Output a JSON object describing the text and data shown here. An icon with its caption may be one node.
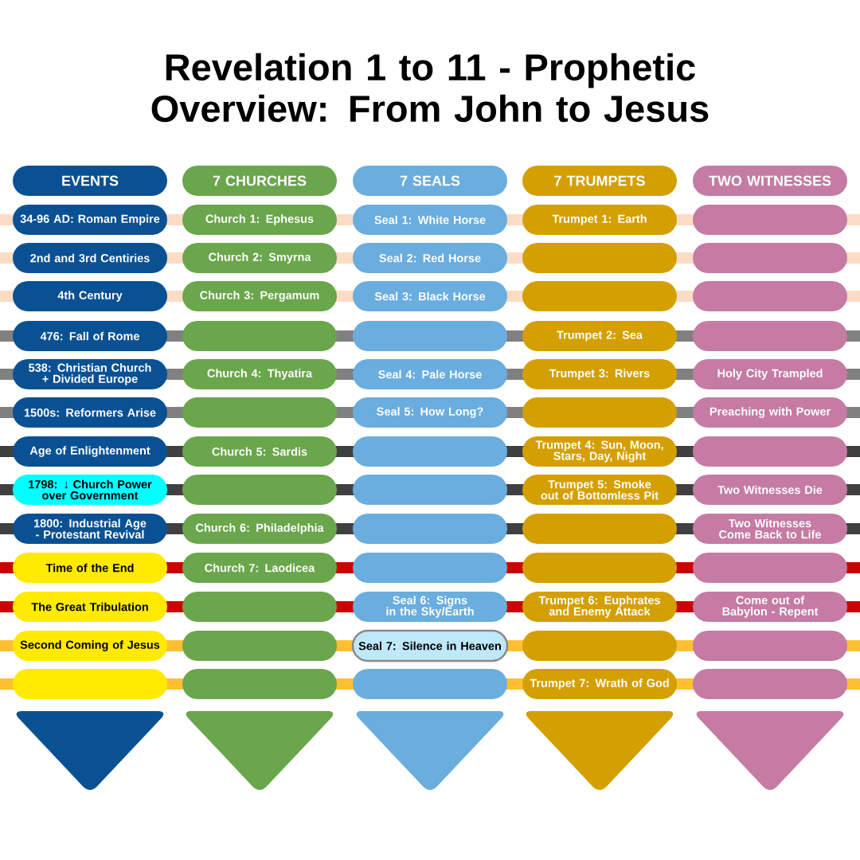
{
  "diagram": {
    "title": "Revelation 1 to 11 - Prophetic Overview: From John to Jesus",
    "nodes": [
      {
        "text": [
          "EVENTS"
        ]
      },
      {
        "text": [
          "7 CHURCHES"
        ]
      },
      {
        "text": [
          "7 SEALS"
        ]
      },
      {
        "text": [
          "7 TRUMPETS"
        ]
      },
      {
        "text": [
          "TWO WITNESSES"
        ]
      },
      {
        "text": [
          "34-96 AD: Roman Empire"
        ]
      },
      {
        "text": [
          "Church 1: Ephesus"
        ]
      },
      {
        "text": [
          "Seal 1: White Horse"
        ]
      },
      {
        "text": [
          "Trumpet 1: Earth"
        ]
      },
      {
        "text": [],
        "shape": "box"
      },
      {
        "text": [
          "2nd and 3rd Centiries"
        ]
      },
      {
        "text": [
          "Church 2: Smyrna"
        ]
      },
      {
        "text": [
          "Seal 2: Red Horse"
        ]
      },
      {
        "text": [],
        "shape": "box"
      },
      {
        "text": [],
        "shape": "box"
      },
      {
        "text": [
          "4th Century"
        ]
      },
      {
        "text": [
          "Church 3: Pergamum"
        ]
      },
      {
        "text": [
          "Seal 3: Black Horse"
        ]
      },
      {
        "text": [],
        "shape": "box"
      },
      {
        "text": [],
        "shape": "box"
      },
      {
        "text": [
          "476: Fall of Rome"
        ]
      },
      {
        "text": [],
        "shape": "box"
      },
      {
        "text": [],
        "shape": "box"
      },
      {
        "text": [
          "Trumpet 2: Sea"
        ]
      },
      {
        "text": [],
        "shape": "box"
      },
      {
        "text": [
          "538: Christian Church + Divided Europe"
        ]
      },
      {
        "text": [
          "Church 4: Thyatira"
        ]
      },
      {
        "text": [
          "Seal 4: Pale Horse"
        ]
      },
      {
        "text": [
          "Trumpet 3: Rivers"
        ]
      },
      {
        "text": [
          "Holy City Trampled"
        ]
      },
      {
        "text": [
          "1500s: Reformers Arise"
        ]
      },
      {
        "text": [],
        "shape": "box"
      },
      {
        "text": [
          "Seal 5: How Long?"
        ]
      },
      {
        "text": [],
        "shape": "box"
      },
      {
        "text": [
          "Preaching with Power"
        ]
      },
      {
        "text": [
          "Age of Enlightenment"
        ]
      },
      {
        "text": [
          "Church 5: Sardis"
        ]
      },
      {
        "text": [],
        "shape": "box"
      },
      {
        "text": [
          "Trumpet 4: Sun, Moon, Stars, Day, Night"
        ]
      },
      {
        "text": [],
        "shape": "box"
      },
      {
        "text": [
          "1798: ↓ Church Power over Government"
        ]
      },
      {
        "text": [],
        "shape": "box"
      },
      {
        "text": [],
        "shape": "box"
      },
      {
        "text": [
          "Trumpet 5: Smoke out of Bottomless Pit"
        ]
      },
      {
        "text": [
          "Two Witnesses Die"
        ]
      },
      {
        "text": [
          "1800: Industrial Age - Protestant Revival"
        ]
      },
      {
        "text": [
          "Church 6: Philadelphia"
        ]
      },
      {
        "text": [],
        "shape": "box"
      },
      {
        "text": [],
        "shape": "box"
      },
      {
        "text": [
          "Two Witnesses Come Back to Life"
        ]
      },
      {
        "text": [
          "Time of the End"
        ]
      },
      {
        "text": [
          "Church 7: Laodicea"
        ]
      },
      {
        "text": [],
        "shape": "box"
      },
      {
        "text": [],
        "shape": "box"
      },
      {
        "text": [],
        "shape": "box"
      },
      {
        "text": [
          "The Great Tribulation"
        ]
      },
      {
        "text": [],
        "shape": "box"
      },
      {
        "text": [
          "Seal 6: Signs in the Sky/Earth"
        ]
      },
      {
        "text": [
          "Trumpet 6: Euphrates and Enemy Attack"
        ]
      },
      {
        "text": [
          "Come out of Babylon - Repent"
        ]
      },
      {
        "text": [
          "Second Coming of Jesus"
        ]
      },
      {
        "text": [],
        "shape": "box"
      },
      {
        "text": [
          "Seal 7: Silence in Heaven"
        ]
      },
      {
        "text": [],
        "shape": "box"
      },
      {
        "text": [],
        "shape": "box"
      },
      {
        "text": [],
        "shape": "box"
      },
      {
        "text": [],
        "shape": "box"
      },
      {
        "text": [],
        "shape": "box"
      },
      {
        "text": [
          "Trumpet 7: Wrath of God"
        ]
      },
      {
        "text": [],
        "shape": "box"
      },
      {
        "text": [],
        "shape": "triangle"
      },
      {
        "text": [],
        "shape": "triangle"
      },
      {
        "text": [],
        "shape": "triangle"
      },
      {
        "text": [],
        "shape": "triangle"
      },
      {
        "text": [],
        "shape": "triangle"
      }
    ]
  }
}
